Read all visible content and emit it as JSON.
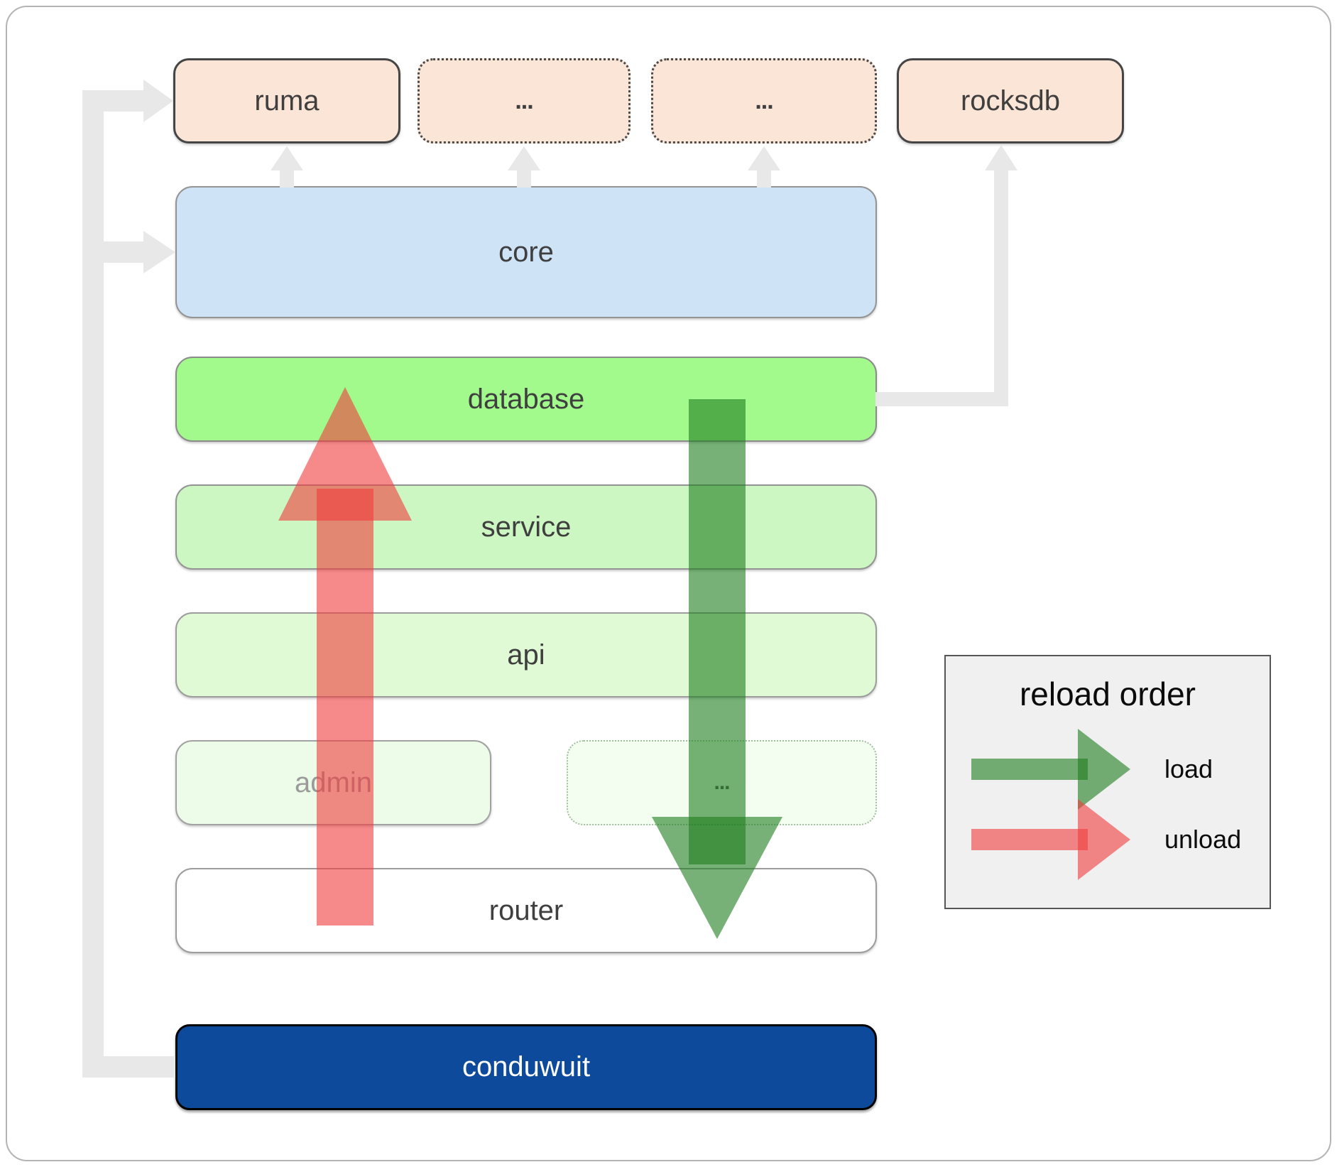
{
  "nodes": {
    "ruma": {
      "label": "ruma"
    },
    "deps_more_1": {
      "label": "..."
    },
    "deps_more_2": {
      "label": "..."
    },
    "rocksdb": {
      "label": "rocksdb"
    },
    "core": {
      "label": "core"
    },
    "database": {
      "label": "database"
    },
    "service": {
      "label": "service"
    },
    "api": {
      "label": "api"
    },
    "admin": {
      "label": "admin"
    },
    "admin_more": {
      "label": "..."
    },
    "router": {
      "label": "router"
    },
    "conduwuit": {
      "label": "conduwuit"
    }
  },
  "legend": {
    "title": "reload order",
    "load_label": "load",
    "unload_label": "unload"
  },
  "colors": {
    "load_arrow_green": "#3e903e",
    "unload_arrow_red": "#f25858",
    "database_green": "#a2fa8c",
    "service_green": "#cdf7c2",
    "api_green": "#dffad5",
    "admin_green": "#ecfce9",
    "core_blue": "#cfe3f7",
    "dependency_peach": "#fbe5d6",
    "conduwuit_navy": "#0d4a9c",
    "connector_gray": "#e8e8e8"
  }
}
